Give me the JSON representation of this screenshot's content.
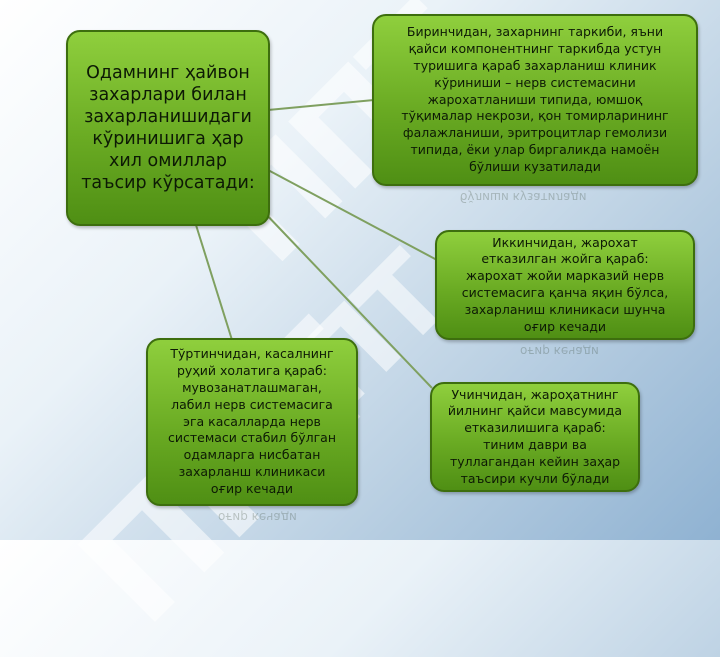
{
  "watermark": "ППТ",
  "main_box": {
    "text": "Одамнинг ҳайвон\nзахарлари билан\nзахарланишидаги\nкўринишига ҳар\nхил омиллар\nтаъсир кўрсатади:"
  },
  "box_first": {
    "text": "Биринчидан, захарнинг таркиби, яъни\nқайси компонентнинг таркибда устун\nтуришига қараб захарланиш клиник\nкўриниши – нерв системасини\nжарохатланиши типида, юмшоқ\nтўқималар некрози, қон томирларининг\nфалажланиши, эритроцитлар гемолизи\nтипида, ёки улар биргаликда намоён\nбўлиши кузатилади"
  },
  "box_second": {
    "text": "Иккинчидан, жарохат\nетказилган жойга қараб:\nжарохат жойи марказий нерв\nсистемасига қанча яқин бўлса,\nзахарланиш клиникаси шунча\nоғир кечади"
  },
  "box_third": {
    "text": "Учинчидан, жароҳатнинг\nйилнинг қайси мавсумида\nетказилишига қараб:\nтиним даври ва\nтуллагандан кейин заҳар\nтаъсири кучли бўлади"
  },
  "box_fourth": {
    "text": "Тўртинчидан, касалнинг\nруҳий холатига қараб:\nмувозанатлашмаган,\nлабил нерв системасига\nэга касалларда нерв\nсистемаси стабил бўлган\nодамларга нисбатан\nзахарланш клиникаси\nоғир кечади"
  },
  "colors": {
    "box_fill": "#6aab23",
    "box_border": "#3d6e0e",
    "connector": "#7fa060"
  }
}
